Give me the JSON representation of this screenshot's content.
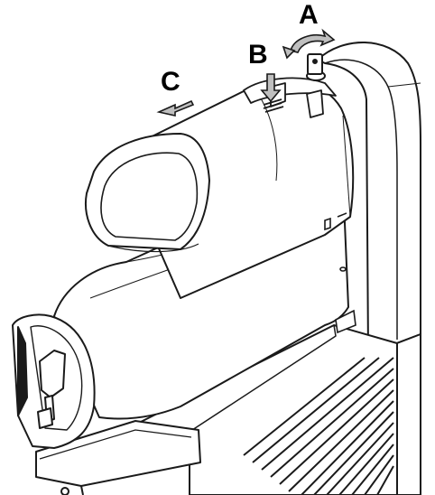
{
  "callouts": {
    "a": "A",
    "b": "B",
    "c": "C"
  },
  "colors": {
    "line": "#1a1a1a",
    "fill": "#ffffff",
    "arrow_fill": "#bfbfbf",
    "shade": "#e6e6e6"
  }
}
